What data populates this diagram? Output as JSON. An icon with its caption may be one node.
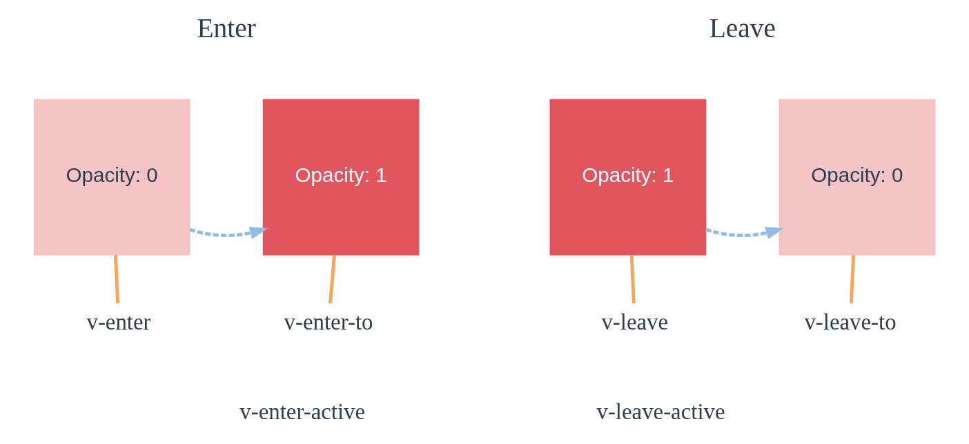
{
  "diagram": {
    "nodes": [
      {
        "text": [
          "Opacity: 0"
        ]
      },
      {
        "text": [
          "Opacity: 1"
        ]
      },
      {
        "text": [
          "Opacity: 1"
        ]
      },
      {
        "text": [
          "Opacity: 0"
        ]
      },
      {
        "text": [
          "v-enter"
        ]
      },
      {
        "text": [
          "v-enter-to"
        ]
      },
      {
        "text": [
          "v-leave"
        ]
      },
      {
        "text": [
          "v-leave-to"
        ]
      }
    ],
    "edges": [
      {
        "from": 0,
        "to": 1,
        "arrow": "to",
        "style": "dashed",
        "color": "#8fbde6"
      },
      {
        "from": 2,
        "to": 3,
        "arrow": "to",
        "style": "dashed",
        "color": "#8fbde6"
      },
      {
        "from": 0,
        "to": 4,
        "arrow": "none",
        "color": "#f5a65b"
      },
      {
        "from": 1,
        "to": 5,
        "arrow": "none",
        "color": "#f5a65b"
      },
      {
        "from": 2,
        "to": 6,
        "arrow": "none",
        "color": "#f5a65b"
      },
      {
        "from": 3,
        "to": 7,
        "arrow": "none",
        "color": "#f5a65b"
      }
    ],
    "labels": [
      "Enter",
      "Leave",
      "v-enter-active",
      "v-leave-active"
    ]
  }
}
